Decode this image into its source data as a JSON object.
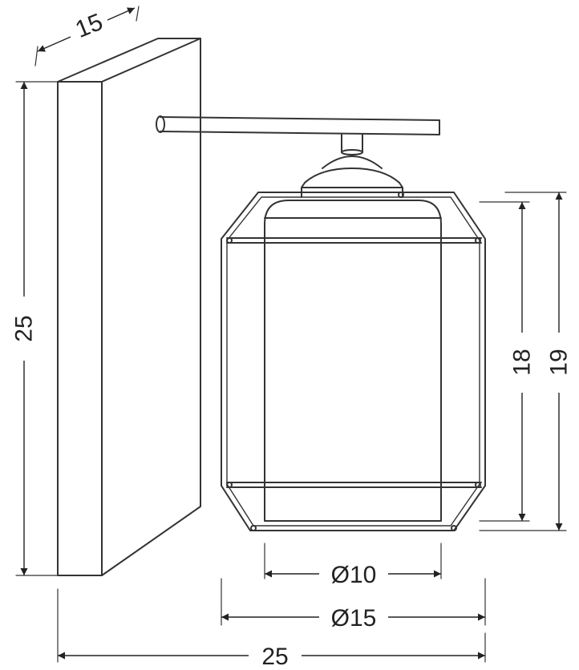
{
  "dimensions": {
    "depth_label": "15",
    "backplate_height_label": "25",
    "inner_height_label": "18",
    "outer_height_label": "19",
    "inner_diameter_label": "Ø10",
    "outer_diameter_label": "Ø15",
    "total_width_label": "25"
  },
  "colors": {
    "line": "#333333",
    "background": "#ffffff"
  }
}
